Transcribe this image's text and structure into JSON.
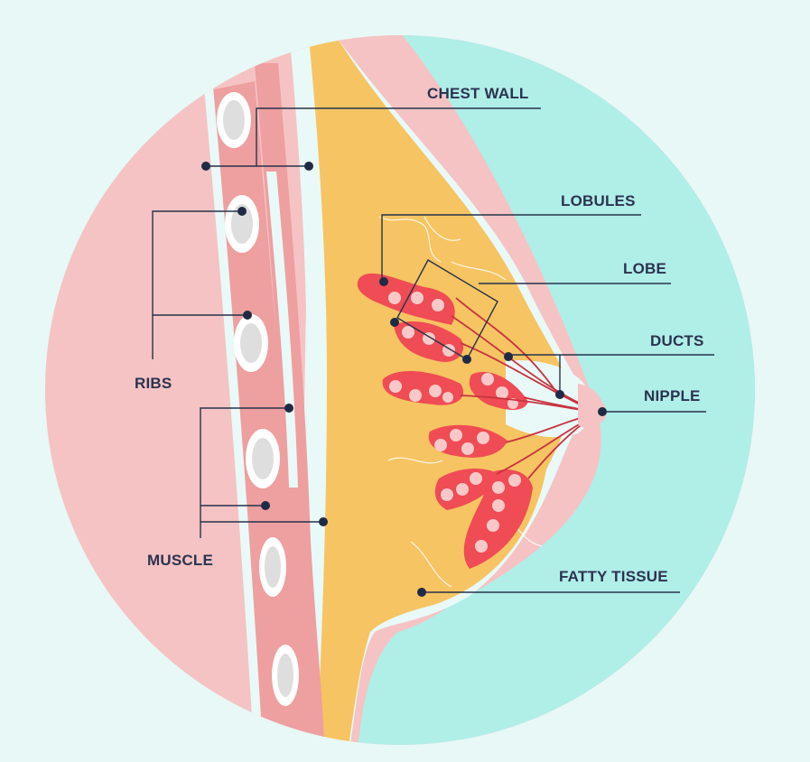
{
  "labels": {
    "chest_wall": "CHEST WALL",
    "lobules": "LOBULES",
    "lobe": "LOBE",
    "ducts": "DUCTS",
    "nipple": "NIPPLE",
    "ribs": "RIBS",
    "muscle": "MUSCLE",
    "fatty_tissue": "FATTY TISSUE"
  },
  "colors": {
    "background": "#e7f8f6",
    "circle_left": "#f5c3c3",
    "circle_right": "#b0eee8",
    "skin": "#f5c3c3",
    "fat": "#f6c462",
    "lobule": "#ef4c55",
    "lobule_dot": "#f9c9c9",
    "muscle": "#ee9fa0",
    "rib_bone": "#ffffff",
    "rib_marrow": "#d5d5d5",
    "leader": "#27324a",
    "text": "#2b3350"
  }
}
